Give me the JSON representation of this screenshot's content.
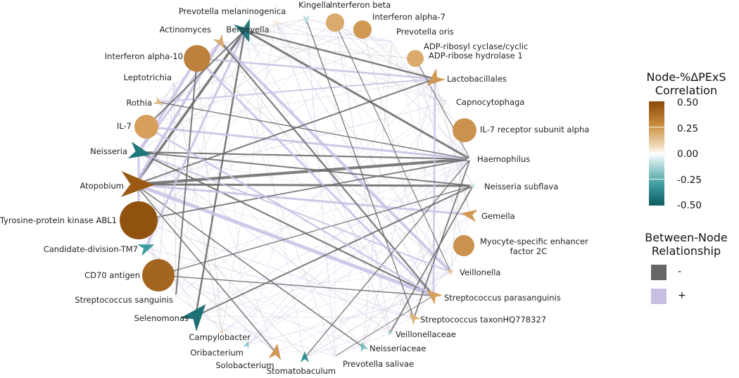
{
  "legend": {
    "color_title_line1": "Node-%ΔPExS",
    "color_title_line2": "Correlation",
    "ticks": [
      "0.50",
      "0.25",
      "0.00",
      "-0.25",
      "-0.50"
    ],
    "relationship_title_line1": "Between-Node",
    "relationship_title_line2": "Relationship",
    "negative_label": "-",
    "positive_label": "+",
    "negative_color": "#666666",
    "positive_color": "#c9bfe3"
  },
  "nodes": [
    {
      "id": "prevotella-melaninogenica",
      "label": "Prevotella melaninogenica",
      "shape": "triangle",
      "corr": 0.05
    },
    {
      "id": "kingella",
      "label": "Kingella",
      "shape": "triangle",
      "corr": -0.1
    },
    {
      "id": "interferon-beta",
      "label": "Interferon beta",
      "shape": "circle",
      "corr": 0.22
    },
    {
      "id": "interferon-alpha-7",
      "label": "Interferon alpha-7",
      "shape": "circle",
      "corr": 0.28
    },
    {
      "id": "prevotella-oris",
      "label": "Prevotella oris",
      "shape": "triangle",
      "corr": 0.02
    },
    {
      "id": "adp-ribosyl",
      "label_line1": "ADP-ribosyl cyclase/cyclic",
      "label_line2": "ADP-ribose hydrolase 1",
      "shape": "circle",
      "corr": 0.22
    },
    {
      "id": "lactobacillales",
      "label": "Lactobacillales",
      "shape": "triangle",
      "corr": 0.28
    },
    {
      "id": "capnocytophaga",
      "label": "Capnocytophaga",
      "shape": "triangle",
      "corr": 0.01
    },
    {
      "id": "il7r",
      "label": "IL-7 receptor subunit alpha",
      "shape": "circle",
      "corr": 0.3
    },
    {
      "id": "haemophilus",
      "label": "Haemophilus",
      "shape": "triangle",
      "corr": 0.0
    },
    {
      "id": "neisseria-subflava",
      "label": "Neisseria subflava",
      "shape": "triangle",
      "corr": -0.08
    },
    {
      "id": "gemella",
      "label": "Gemella",
      "shape": "triangle",
      "corr": 0.28
    },
    {
      "id": "mef2c",
      "label_line1": "Myocyte-specific enhancer",
      "label_line2": "factor 2C",
      "shape": "circle",
      "corr": 0.3
    },
    {
      "id": "veillonella",
      "label": "Veillonella",
      "shape": "triangle",
      "corr": 0.15
    },
    {
      "id": "strep-parasanguinis",
      "label": "Streptococcus parasanguinis",
      "shape": "triangle",
      "corr": 0.25
    },
    {
      "id": "strep-taxon",
      "label": "Streptococcus taxonHQ778327",
      "shape": "triangle",
      "corr": 0.2
    },
    {
      "id": "veillonellaceae",
      "label": "Veillonellaceae",
      "shape": "triangle",
      "corr": -0.12
    },
    {
      "id": "neisseriaceae",
      "label": "Neisseriaceae",
      "shape": "triangle",
      "corr": -0.18
    },
    {
      "id": "prevotella-salivae",
      "label": "Prevotella salivae",
      "shape": "triangle",
      "corr": -0.05
    },
    {
      "id": "stomatobaculum",
      "label": "Stomatobaculum",
      "shape": "triangle",
      "corr": -0.3
    },
    {
      "id": "solobacterium",
      "label": "Solobacterium",
      "shape": "triangle",
      "corr": 0.28
    },
    {
      "id": "oribacterium",
      "label": "Oribacterium",
      "shape": "triangle",
      "corr": -0.15
    },
    {
      "id": "campylobacter",
      "label": "Campylobacter",
      "shape": "triangle",
      "corr": 0.1
    },
    {
      "id": "selenomonas",
      "label": "Selenomonas",
      "shape": "triangle",
      "corr": -0.42
    },
    {
      "id": "strep-sanguinis",
      "label": "Streptococcus sanguinis",
      "shape": "triangle",
      "corr": 0.02
    },
    {
      "id": "cd70",
      "label": "CD70 antigen",
      "shape": "circle",
      "corr": 0.46
    },
    {
      "id": "candidate-tm7",
      "label": "Candidate-division-TM7",
      "shape": "triangle",
      "corr": -0.25
    },
    {
      "id": "abl1",
      "label": "Tyrosine-protein kinase ABL1",
      "shape": "circle",
      "corr": 0.55
    },
    {
      "id": "atopobium",
      "label": "Atopobium",
      "shape": "triangle",
      "corr": 0.5
    },
    {
      "id": "neisseria",
      "label": "Neisseria",
      "shape": "triangle",
      "corr": -0.4
    },
    {
      "id": "il7",
      "label": "IL-7",
      "shape": "circle",
      "corr": 0.25
    },
    {
      "id": "rothia",
      "label": "Rothia",
      "shape": "triangle",
      "corr": 0.18
    },
    {
      "id": "leptotrichia",
      "label": "Leptotrichia",
      "shape": "triangle",
      "corr": 0.02
    },
    {
      "id": "interferon-alpha-10",
      "label": "Interferon alpha-10",
      "shape": "circle",
      "corr": 0.36
    },
    {
      "id": "actinomyces",
      "label": "Actinomyces",
      "shape": "triangle",
      "corr": 0.22
    },
    {
      "id": "bergeyella",
      "label": "Bergeyella",
      "shape": "triangle",
      "corr": -0.38
    }
  ]
}
